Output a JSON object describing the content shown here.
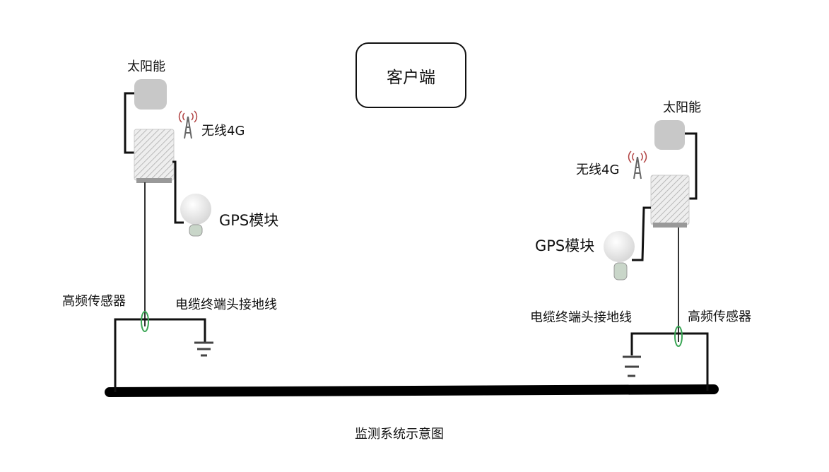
{
  "client": {
    "label": "客户端"
  },
  "left_node": {
    "solar": "太阳能",
    "wireless": "无线4G",
    "gps": "GPS模块",
    "sensor": "高频传感器",
    "ground": "电缆终端头接地线"
  },
  "right_node": {
    "solar": "太阳能",
    "wireless": "无线4G",
    "gps": "GPS模块",
    "sensor": "高频传感器",
    "ground": "电缆终端头接地线"
  },
  "caption": "监测系统示意图",
  "colors": {
    "sensor": "#3aa655",
    "cable": "#000000",
    "solar": "#c8c8c8",
    "signal": "#b04040"
  }
}
